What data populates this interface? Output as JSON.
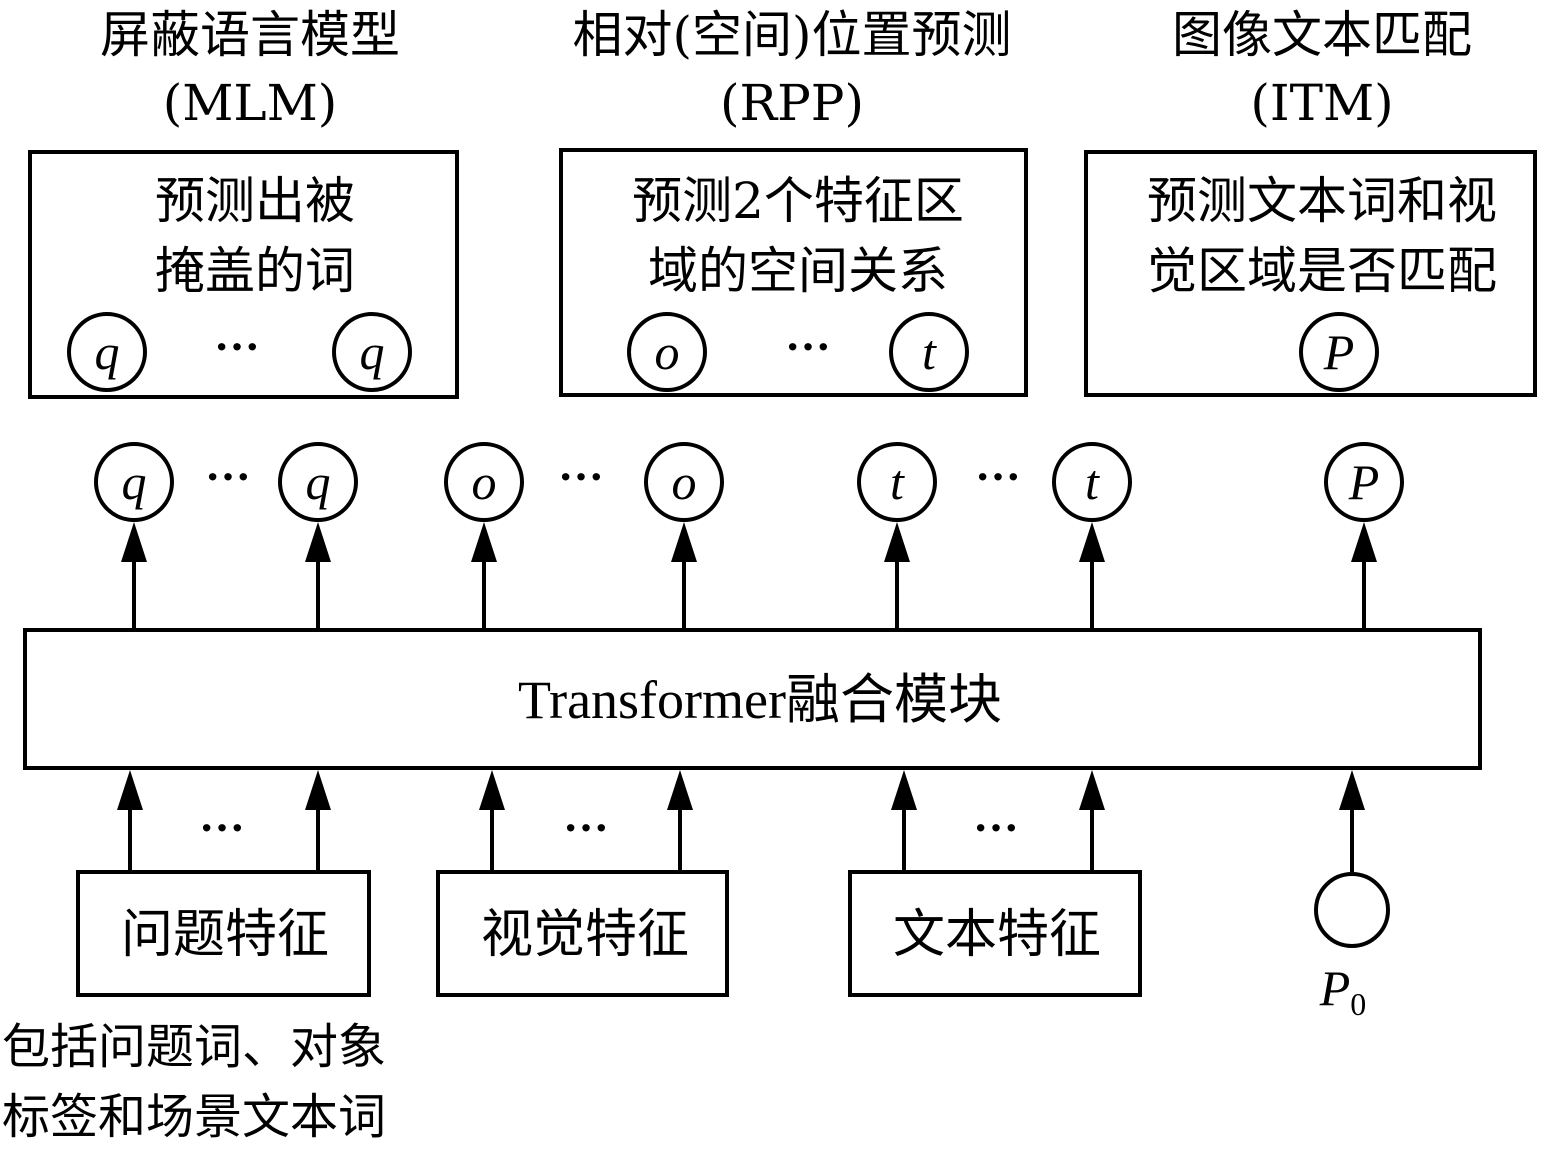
{
  "tasks": [
    {
      "title": "屏蔽语言模型",
      "abbr": "(MLM)",
      "desc_line1": "预测出被",
      "desc_line2": "掩盖的词",
      "node_left": "q",
      "node_right": "q",
      "dots": "···"
    },
    {
      "title": "相对(空间)位置预测",
      "abbr": "(RPP)",
      "desc_line1": "预测2个特征区",
      "desc_line2": "域的空间关系",
      "node_left": "o",
      "node_right": "t",
      "dots": "···"
    },
    {
      "title": "图像文本匹配",
      "abbr": "(ITM)",
      "desc_line1": "预测文本词和视",
      "desc_line2": "觉区域是否匹配",
      "node_single": "P"
    }
  ],
  "outputs": {
    "q_left": "q",
    "q_right": "q",
    "o_left": "o",
    "o_right": "o",
    "t_left": "t",
    "t_right": "t",
    "p": "P",
    "dots": "···"
  },
  "fusion": {
    "label": "Transformer融合模块"
  },
  "inputs": [
    {
      "label": "问题特征",
      "dots": "···"
    },
    {
      "label": "视觉特征",
      "dots": "···"
    },
    {
      "label": "文本特征",
      "dots": "···"
    }
  ],
  "p0": {
    "base": "P",
    "subscript": "0"
  },
  "note": {
    "line1": "包括问题词、对象",
    "line2": "标签和场景文本词"
  }
}
